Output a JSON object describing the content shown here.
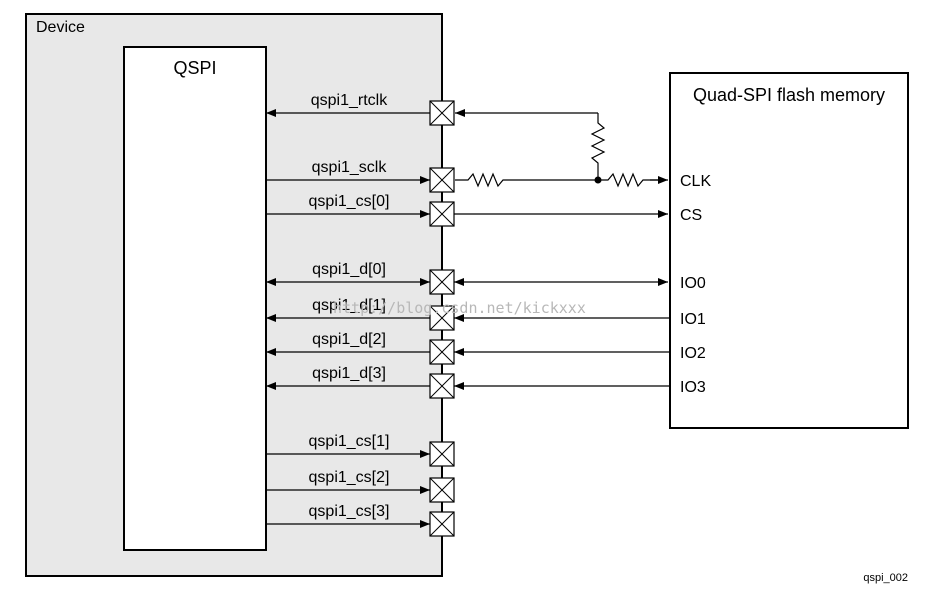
{
  "device_label": "Device",
  "qspi_label": "QSPI",
  "flash_label": "Quad-SPI flash memory",
  "figure_id": "qspi_002",
  "watermark": "http://blog.csdn.net/kickxxx",
  "signals": [
    {
      "id": "rtclk",
      "label": "qspi1_rtclk",
      "direction": "in",
      "flash_pin": "",
      "via": "clk-feedback"
    },
    {
      "id": "sclk",
      "label": "qspi1_sclk",
      "direction": "out",
      "flash_pin": "CLK",
      "via": "series-resistor"
    },
    {
      "id": "cs0",
      "label": "qspi1_cs[0]",
      "direction": "out",
      "flash_pin": "CS"
    },
    {
      "id": "d0",
      "label": "qspi1_d[0]",
      "direction": "bidir",
      "flash_pin": "IO0"
    },
    {
      "id": "d1",
      "label": "qspi1_d[1]",
      "direction": "in",
      "flash_pin": "IO1"
    },
    {
      "id": "d2",
      "label": "qspi1_d[2]",
      "direction": "in",
      "flash_pin": "IO2"
    },
    {
      "id": "d3",
      "label": "qspi1_d[3]",
      "direction": "in",
      "flash_pin": "IO3"
    },
    {
      "id": "cs1",
      "label": "qspi1_cs[1]",
      "direction": "out",
      "flash_pin": ""
    },
    {
      "id": "cs2",
      "label": "qspi1_cs[2]",
      "direction": "out",
      "flash_pin": ""
    },
    {
      "id": "cs3",
      "label": "qspi1_cs[3]",
      "direction": "out",
      "flash_pin": ""
    }
  ]
}
